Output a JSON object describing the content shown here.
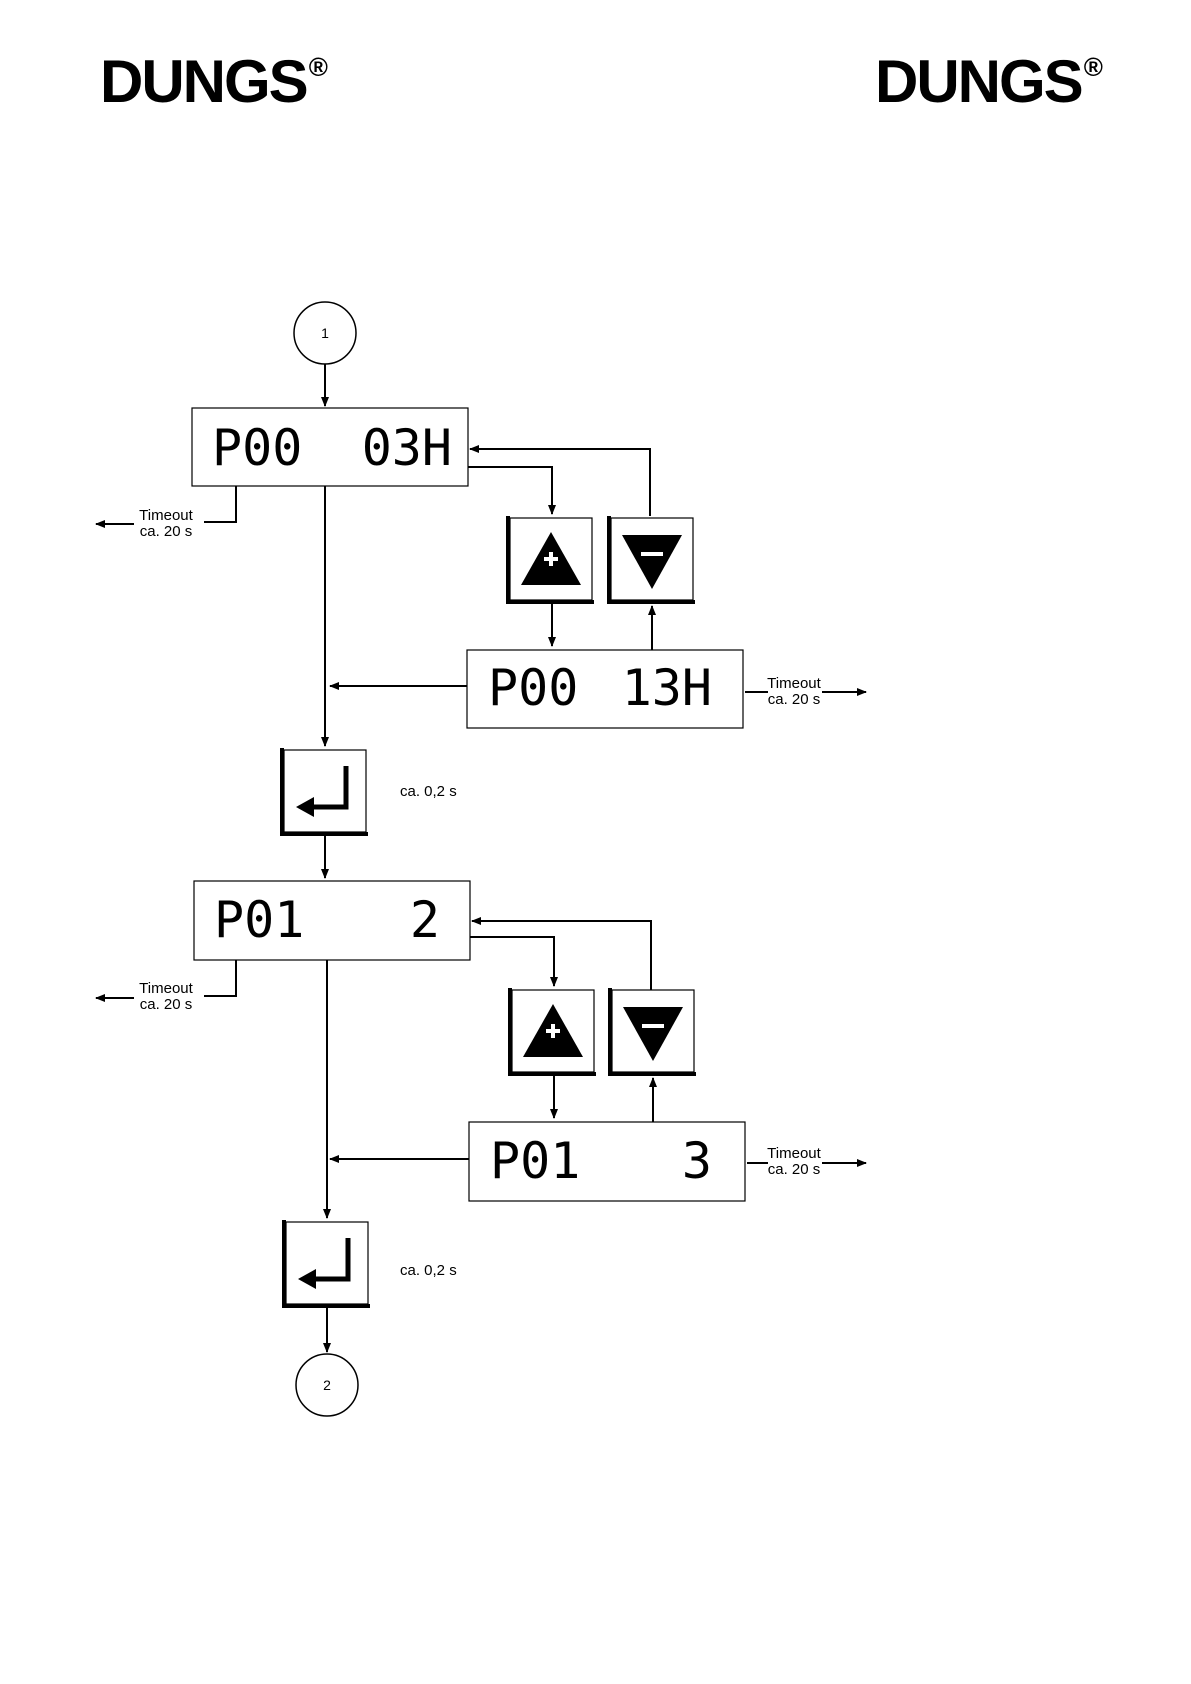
{
  "brand": {
    "name": "DUNGS",
    "mark": "®"
  },
  "connectors": {
    "start": "1",
    "end": "2"
  },
  "timeout": {
    "line1": "Timeout",
    "line2": "ca. 20 s"
  },
  "enter_duration": "ca. 0,2 s",
  "step1": {
    "display_main": {
      "param": "P00",
      "value": "03H"
    },
    "display_alt": {
      "param": "P00",
      "value": "13H"
    }
  },
  "step2": {
    "display_main": {
      "param": "P01",
      "value": "2"
    },
    "display_alt": {
      "param": "P01",
      "value": "3"
    }
  },
  "icons": {
    "plus": "plus-triangle-icon",
    "minus": "minus-triangle-icon",
    "enter": "enter-arrow-icon"
  }
}
